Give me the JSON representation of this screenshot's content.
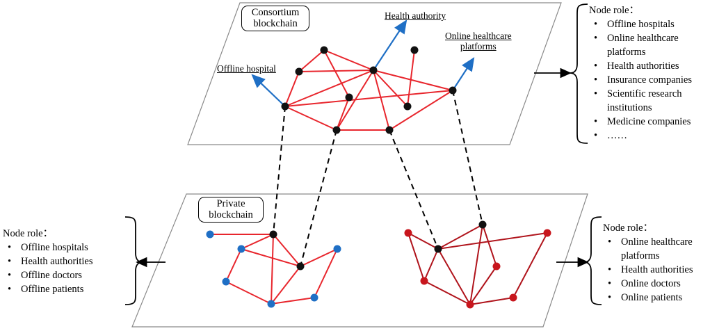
{
  "consortium": {
    "label_line1": "Consortium",
    "label_line2": "blockchain",
    "callouts": {
      "offline_hospital": "Offline hospital",
      "health_authority": "Health authority",
      "online_platforms_line1": "Online healthcare",
      "online_platforms_line2": "platforms"
    }
  },
  "private": {
    "label_line1": "Private",
    "label_line2": "blockchain"
  },
  "top_right_roles": {
    "title": "Node role：",
    "items": [
      "Offline hospitals",
      "Online healthcare",
      "platforms",
      "Health authorities",
      "Insurance companies",
      "Scientific research",
      "institutions",
      "Medicine companies",
      "……"
    ]
  },
  "left_roles": {
    "title": "Node role：",
    "items": [
      "Offline hospitals",
      "Health authorities",
      "Offline doctors",
      "Offline patients"
    ]
  },
  "right_roles": {
    "title": "Node role：",
    "items": [
      "Online healthcare",
      "platforms",
      "Health authorities",
      "Online doctors",
      "Online patients"
    ]
  },
  "colors": {
    "consortium_edge": "#e8262d",
    "private_left_edge": "#e8262d",
    "private_right_edge": "#b0141c",
    "blue_node": "#1f6fc5",
    "red_node": "#c8161d",
    "black_node": "#111111",
    "callout_arrow": "#1f6fc5"
  }
}
